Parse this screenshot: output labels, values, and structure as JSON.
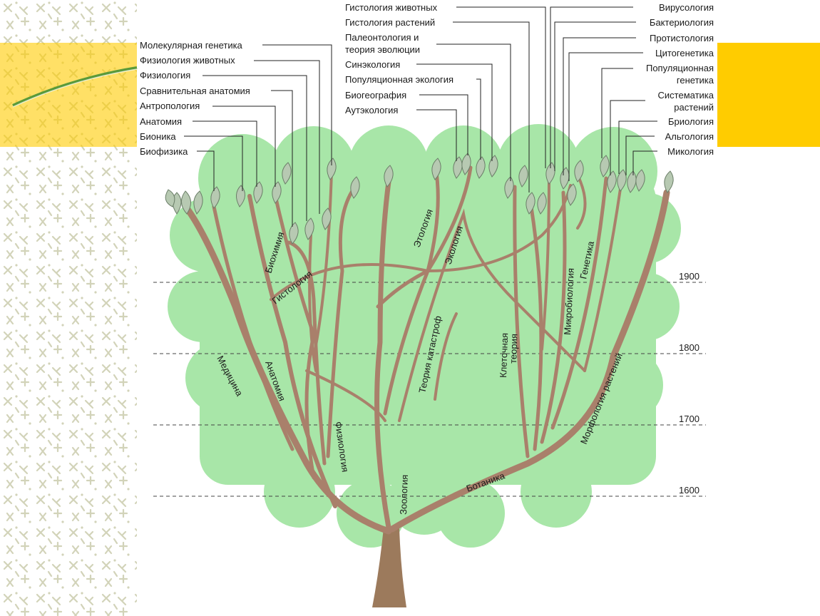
{
  "colors": {
    "crown": "#a8e6a8",
    "branch": "#a9806b",
    "trunk": "#9c7a5c",
    "accent_band": "#ffcc00",
    "pattern": "#d2d3b9",
    "leaf": "#b7c9b2"
  },
  "left_labels": [
    "Молекулярная генетика",
    "Физиология животных",
    "Физиология",
    "Сравнительная анатомия",
    "Антропология",
    "Анатомия",
    "Бионика",
    "Биофизика"
  ],
  "center_labels": [
    "Гистология животных",
    "Гистология растений",
    "Палеонтология и",
    "теория эволюции",
    "Синэкология",
    "Популяционная экология",
    "Биогеография",
    "Аутэкология"
  ],
  "right_labels": [
    "Вирусология",
    "Бактериология",
    "Протистология",
    "Цитогенетика",
    "Популяционная",
    "генетика",
    "Систематика",
    "растений",
    "Бриология",
    "Альгология",
    "Микология"
  ],
  "branch_labels": {
    "biochemistry": "Биохимия",
    "histology": "Гистология",
    "ethology": "Этология",
    "ecology": "Экология",
    "microbiology": "Микробиология",
    "genetics": "Генетика",
    "catastrophe": "Теория катастроф",
    "cell_1": "Клеточная",
    "cell_2": "теория",
    "medicine": "Медицина",
    "anatomy": "Анатомия",
    "physiology": "Физиология",
    "zoology": "Зоология",
    "botany": "Ботаника",
    "plant_morph": "Морфология растений"
  },
  "years": [
    "1900",
    "1800",
    "1700",
    "1600"
  ]
}
